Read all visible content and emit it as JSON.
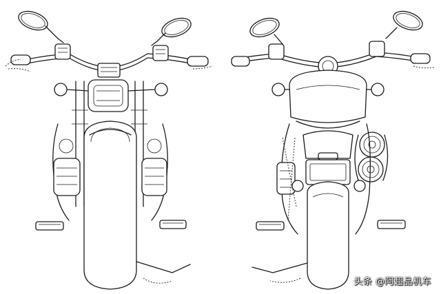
{
  "drawing": {
    "views": [
      {
        "name": "front-view"
      },
      {
        "name": "rear-view"
      }
    ],
    "line_color": "#1a1a1a",
    "background": "#ffffff"
  },
  "watermark": {
    "text": "头条 @阿超品机车"
  }
}
